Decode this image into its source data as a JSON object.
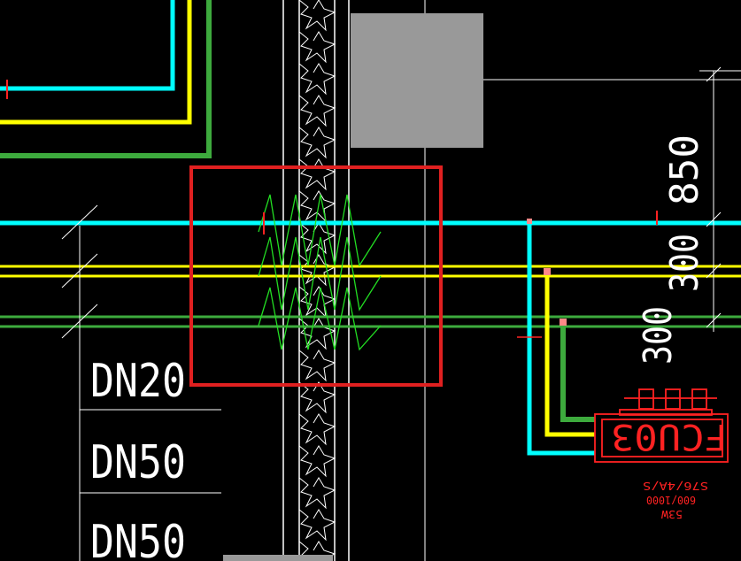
{
  "drawing": {
    "background_color": "#000000",
    "pipe_colors": {
      "cyan": "#00ffff",
      "yellow": "#ffff00",
      "green": "#3daa3d",
      "white": "#ffffff",
      "red": "#ff2222",
      "highlight_box": "#e02020",
      "equipment_fill": "#999999",
      "break_symbol": "#22dd22"
    },
    "pipe_labels": [
      "DN20",
      "DN50",
      "DN50"
    ],
    "dimensions": {
      "upper": "850",
      "middle": "300",
      "lower": "300"
    },
    "equipment": {
      "tag": "FCU03",
      "spec_lines": [
        "53W",
        "600/1000",
        "S76/4A/S"
      ]
    }
  }
}
